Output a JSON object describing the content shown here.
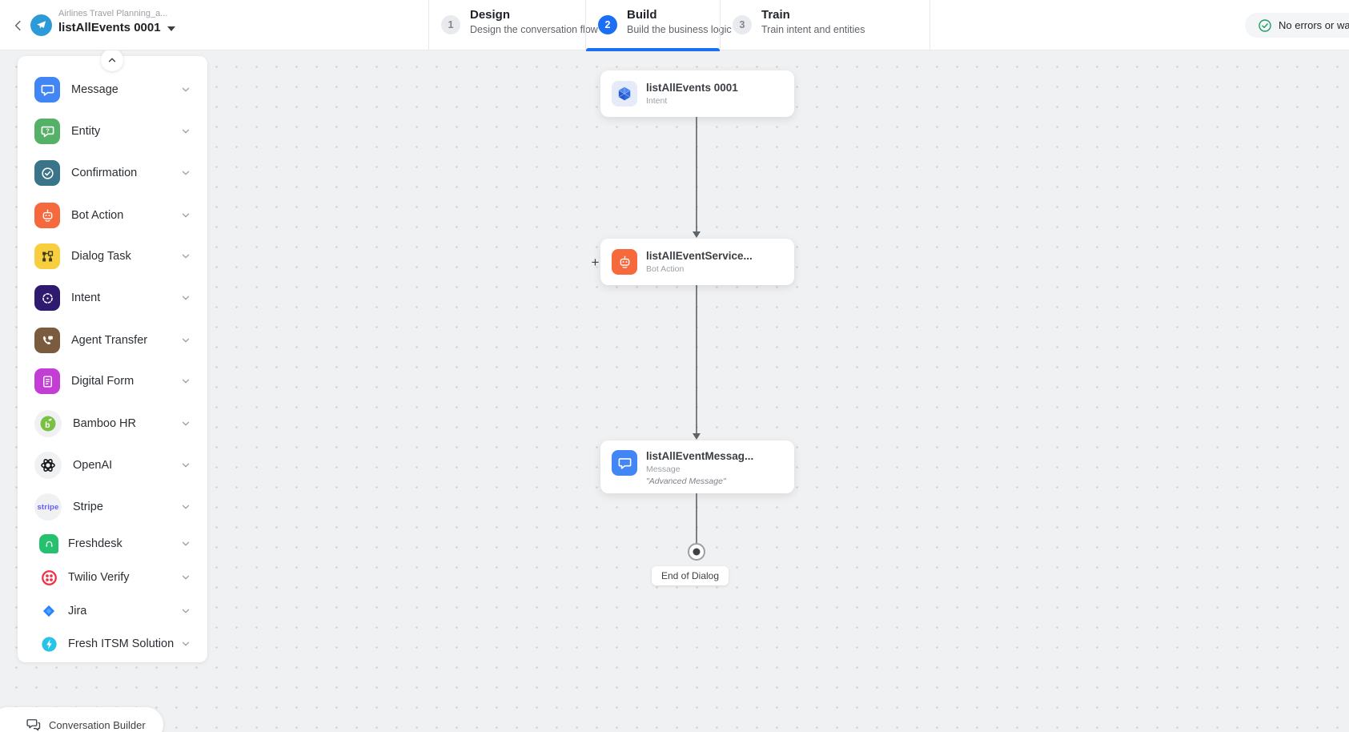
{
  "header": {
    "project_name": "Airlines Travel Planning_a...",
    "dialog_name": "listAllEvents 0001",
    "steps": [
      {
        "num": "1",
        "label": "Design",
        "sublabel": "Design the conversation flow"
      },
      {
        "num": "2",
        "label": "Build",
        "sublabel": "Build the business logic"
      },
      {
        "num": "3",
        "label": "Train",
        "sublabel": "Train intent and entities"
      }
    ],
    "status_label": "No errors or warnings"
  },
  "sidebar": {
    "items": [
      {
        "label": "Message",
        "color": "#4285f4"
      },
      {
        "label": "Entity",
        "color": "#55b167"
      },
      {
        "label": "Confirmation",
        "color": "#3a7488"
      },
      {
        "label": "Bot Action",
        "color": "#f6693c"
      },
      {
        "label": "Dialog Task",
        "color": "#f7cf3e"
      },
      {
        "label": "Intent",
        "color": "#2e1a6e"
      },
      {
        "label": "Agent Transfer",
        "color": "#7a5b3e"
      },
      {
        "label": "Digital Form",
        "color": "#c33ed4"
      },
      {
        "label": "Bamboo HR",
        "color": "#7ac143"
      },
      {
        "label": "OpenAI",
        "color": "#191919"
      },
      {
        "label": "Stripe",
        "color": "#635bff"
      },
      {
        "label": "Freshdesk",
        "color": "#25c16f"
      },
      {
        "label": "Twilio Verify",
        "color": "#f22f46"
      },
      {
        "label": "Jira",
        "color": "#2684ff"
      },
      {
        "label": "Fresh ITSM Solution",
        "color": "#29c2e8"
      }
    ]
  },
  "canvas": {
    "nodes": [
      {
        "title": "listAllEvents 0001",
        "subtitle": "Intent"
      },
      {
        "title": "listAllEventService...",
        "subtitle": "Bot Action"
      },
      {
        "title": "listAllEventMessag...",
        "subtitle": "Message",
        "note": "\"Advanced Message\""
      }
    ],
    "plus_label": "+",
    "end_label": "End of Dialog"
  },
  "footer": {
    "builder_label": "Conversation Builder"
  },
  "colors": {
    "accent_blue": "#1a6ff5",
    "success_green": "#1e9e63"
  }
}
